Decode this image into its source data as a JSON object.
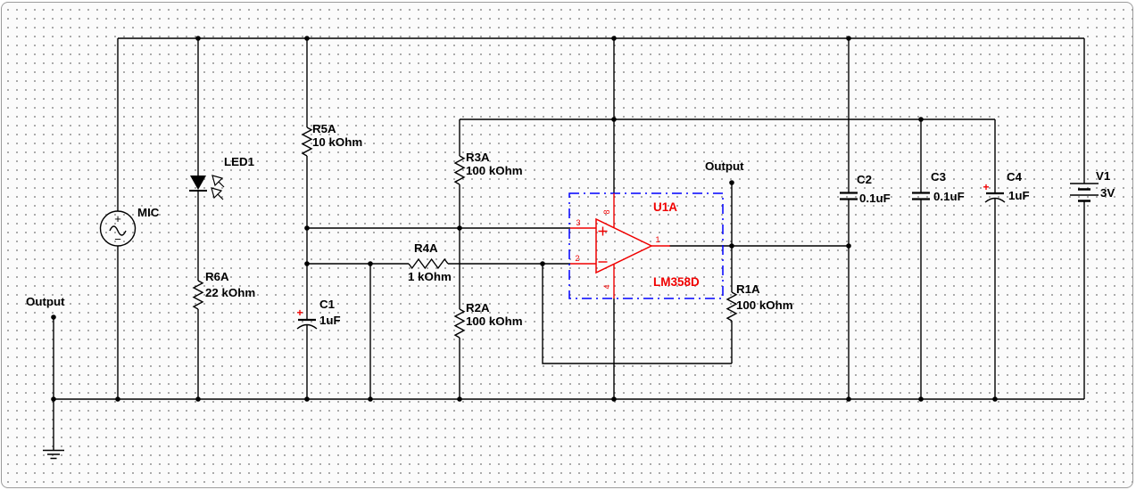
{
  "app": {
    "view": "schematic-capture-canvas",
    "grid": "dotted"
  },
  "colors": {
    "wire": "#000000",
    "selected_part_accent": "#f00000",
    "opamp_bounding_box": "#0000ff",
    "canvas_background": "#fbfbfb",
    "grid_dot": "#8f8f8f"
  },
  "nets": {
    "output_left": "Output",
    "output_top": "Output"
  },
  "components": {
    "mic": {
      "ref": "MIC",
      "plus": "+",
      "minus": "−"
    },
    "led1": {
      "ref": "LED1"
    },
    "r6a": {
      "ref": "R6A",
      "value": "22 kOhm"
    },
    "r5a": {
      "ref": "R5A",
      "value": "10 kOhm"
    },
    "r4a": {
      "ref": "R4A",
      "value": "1 kOhm"
    },
    "r3a": {
      "ref": "R3A",
      "value": "100 kOhm"
    },
    "r2a": {
      "ref": "R2A",
      "value": "100 kOhm"
    },
    "r1a": {
      "ref": "R1A",
      "value": "100 kOhm"
    },
    "c1": {
      "ref": "C1",
      "value": "1uF",
      "polarity": "+"
    },
    "c2": {
      "ref": "C2",
      "value": "0.1uF"
    },
    "c3": {
      "ref": "C3",
      "value": "0.1uF"
    },
    "c4": {
      "ref": "C4",
      "value": "1uF",
      "polarity": "+"
    },
    "v1": {
      "ref": "V1",
      "value": "3V"
    },
    "u1a": {
      "ref": "U1A",
      "part": "LM358D",
      "pin_noninverting": "3",
      "pin_inverting": "2",
      "pin_output": "1",
      "pin_vplus": "8",
      "pin_vminus": "4",
      "plus": "+",
      "minus": "−"
    }
  }
}
